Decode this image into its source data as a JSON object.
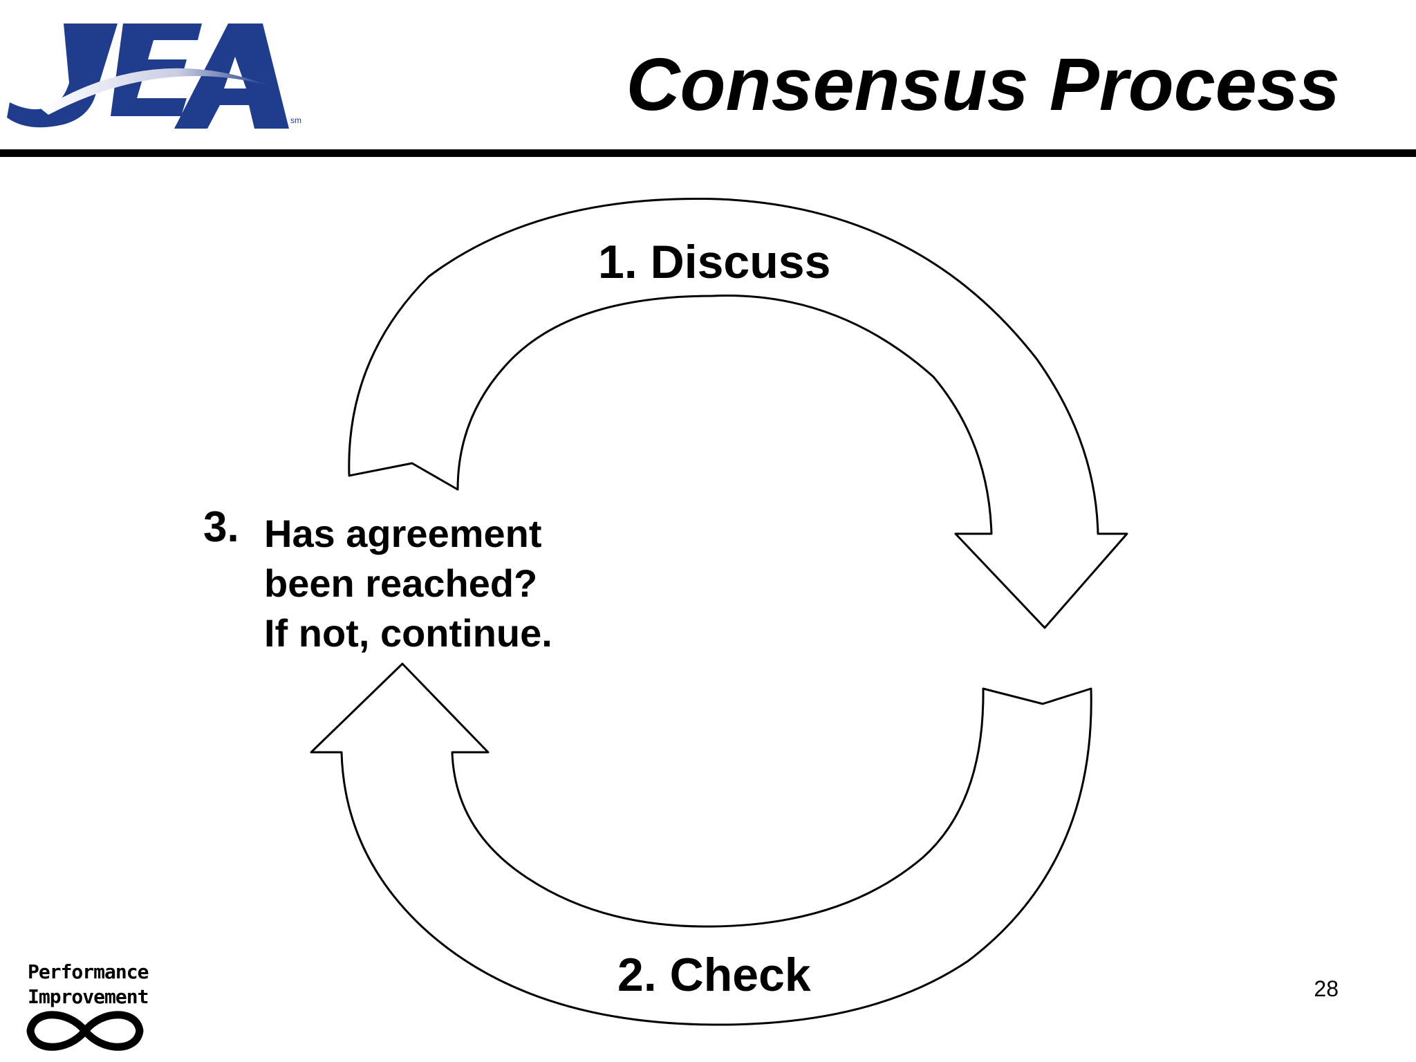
{
  "header": {
    "logo_text": "JEA",
    "logo_mark": "sm",
    "title": "Consensus Process"
  },
  "diagram": {
    "steps": [
      {
        "number": "1.",
        "label": "1. Discuss"
      },
      {
        "number": "2.",
        "label": "2. Check"
      },
      {
        "number": "3.",
        "lines": [
          "Has agreement",
          "been reached?",
          "If not, continue."
        ]
      }
    ]
  },
  "footer": {
    "logo_lines": [
      "Performance",
      "Improvement"
    ],
    "page_number": "28"
  },
  "colors": {
    "brand_blue": "#1f3d8c",
    "swoosh": "#c9cde3",
    "ink": "#000000"
  }
}
